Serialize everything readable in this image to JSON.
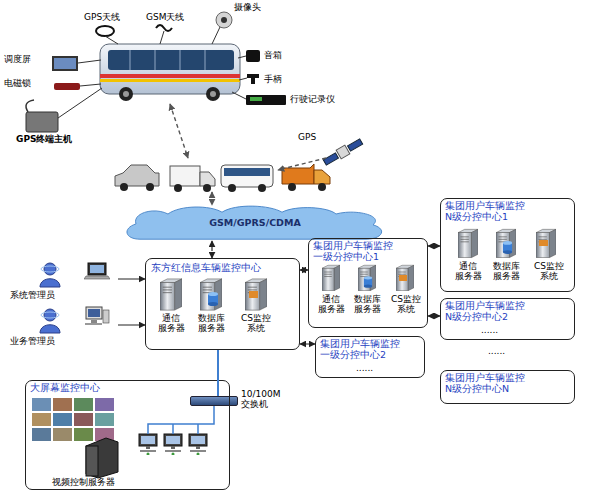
{
  "diagram": {
    "nodes": [
      {
        "text": [
          "GSM/GPRS/CDMA"
        ]
      },
      {
        "text": [
          "系统管理员"
        ]
      },
      {
        "text": [
          "业务管理员"
        ]
      },
      {
        "text": [
          "东方红信息车辆监控中心"
        ]
      },
      {
        "text": [
          "集团用户车辆监控 一级分控中心1"
        ]
      },
      {
        "text": [
          "集团用户车辆监控 一级分控中心2",
          "......"
        ]
      },
      {
        "text": [
          "集团用户车辆监控 N级分控中心1"
        ]
      },
      {
        "text": [
          "集团用户车辆监控 N级分控中心2",
          "......"
        ]
      },
      {
        "text": [
          "集团用户车辆监控 N级分控中心N"
        ]
      },
      {
        "text": [
          "10/100M 交换机"
        ]
      },
      {
        "text": [
          "大屏幕监控中心"
        ]
      }
    ],
    "edges": [
      {
        "from": 1,
        "to": 3,
        "arrow": "to"
      },
      {
        "from": 2,
        "to": 3,
        "arrow": "to"
      },
      {
        "from": 3,
        "to": 0,
        "arrow": "both"
      },
      {
        "from": 3,
        "to": 4,
        "arrow": "both"
      },
      {
        "from": 3,
        "to": 5,
        "arrow": "both"
      },
      {
        "from": 4,
        "to": 6,
        "arrow": "both"
      },
      {
        "from": 4,
        "to": 7,
        "arrow": "both"
      },
      {
        "from": 3,
        "to": 9,
        "arrow": "none"
      }
    ],
    "labels": [
      "GPS天线",
      "GSM天线",
      "摄像头",
      "调度屏",
      "电磁锁",
      "音箱",
      "手柄",
      "行驶记录仪",
      "GPS终端主机",
      "GPS",
      "通信 服务器",
      "数据库 服务器",
      "CS监控 系统",
      "通信 服务器",
      "数据库 服务器",
      "CS监控 系统",
      "通信 服务器",
      "数据库 服务器",
      "CS监控 系统",
      "......",
      "视频控制服务器"
    ]
  }
}
